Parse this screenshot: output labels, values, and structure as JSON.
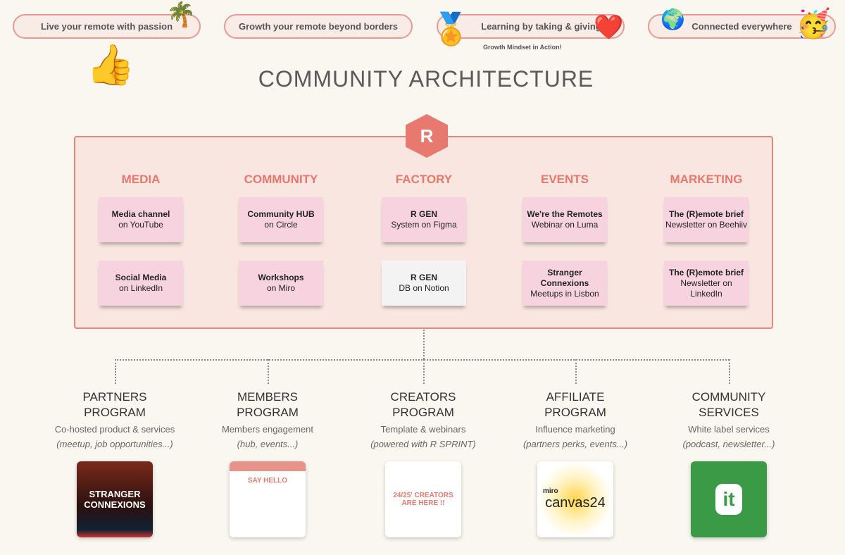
{
  "pills": [
    {
      "label": "Live your remote with passion",
      "emoji": "🌴"
    },
    {
      "label": "Growth your remote beyond borders"
    },
    {
      "label": "Learning by taking & giving",
      "emoji": "❤️",
      "badge": "🏅"
    },
    {
      "label": "Connected everywhere",
      "emoji": "🥳",
      "icon": "🌍"
    }
  ],
  "subtitle": "Growth Mindset in Action!",
  "thumbs_emoji": "👍",
  "title": "COMMUNITY ARCHITECTURE",
  "logo": "R",
  "columns": [
    {
      "heading": "MEDIA",
      "notes": [
        {
          "title": "Media channel",
          "sub": "on YouTube"
        },
        {
          "title": "Social Media",
          "sub": "on LinkedIn"
        }
      ]
    },
    {
      "heading": "COMMUNITY",
      "notes": [
        {
          "title": "Community HUB",
          "sub": "on Circle"
        },
        {
          "title": "Workshops",
          "sub": "on Miro"
        }
      ]
    },
    {
      "heading": "FACTORY",
      "notes": [
        {
          "title": "R GEN",
          "sub": "System on Figma"
        },
        {
          "title": "R GEN",
          "sub": "DB on Notion"
        }
      ]
    },
    {
      "heading": "EVENTS",
      "notes": [
        {
          "title": "We're the Remotes",
          "sub": "Webinar on Luma"
        },
        {
          "title": "Stranger Connexions",
          "sub": "Meetups in Lisbon"
        }
      ]
    },
    {
      "heading": "MARKETING",
      "notes": [
        {
          "title": "The (R)emote brief",
          "sub": "Newsletter on Beehiiv"
        },
        {
          "title": "The (R)emote brief",
          "sub": "Newsletter on LinkedIn"
        }
      ]
    }
  ],
  "programs": [
    {
      "title1": "PARTNERS",
      "title2": "PROGRAM",
      "desc": "Co-hosted product & services",
      "italic": "(meetup, job opportunities...)",
      "thumb": "STRANGER CONNEXIONS"
    },
    {
      "title1": "MEMBERS",
      "title2": "PROGRAM",
      "desc": "Members engagement",
      "italic": "(hub, events...)",
      "thumb": "SAY HELLO"
    },
    {
      "title1": "CREATORS",
      "title2": "PROGRAM",
      "desc": "Template & webinars",
      "italic": "(powered with R SPRINT)",
      "thumb": "24/25' CREATORS ARE HERE !!"
    },
    {
      "title1": "AFFILIATE",
      "title2": "PROGRAM",
      "desc": "Influence marketing",
      "italic": "(partners perks, events...)",
      "thumb": "canvas24",
      "thumb_brand": "miro"
    },
    {
      "title1": "COMMUNITY",
      "title2": "SERVICES",
      "desc": "White label services",
      "italic": "(podcast, newsletter...)",
      "thumb": "it"
    }
  ]
}
